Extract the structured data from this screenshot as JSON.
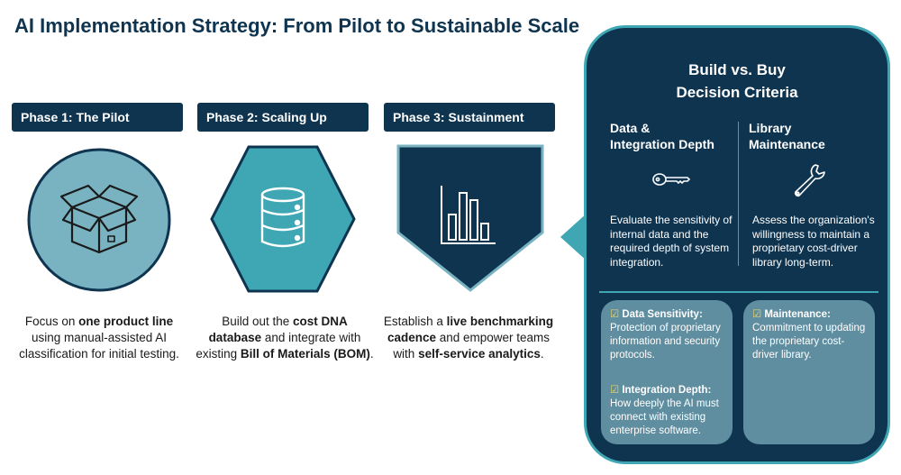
{
  "title": "AI Implementation Strategy: From Pilot to Sustainable Scale",
  "phases": [
    {
      "tab": "Phase 1: The Pilot",
      "icon": "box-icon",
      "t1": "Focus on ",
      "b1": "one product line",
      "t2": " using manual-assisted AI classification for initial testing.",
      "b2": "",
      "t3": ""
    },
    {
      "tab": "Phase 2: Scaling Up",
      "icon": "database-icon",
      "t1": "Build out the ",
      "b1": "cost DNA database",
      "t2": " and integrate with existing ",
      "b2": "Bill of Materials (BOM)",
      "t3": "."
    },
    {
      "tab": "Phase 3: Sustainment",
      "icon": "bar-chart-icon",
      "t1": "Establish a ",
      "b1": "live benchmarking cadence",
      "t2": " and empower teams with ",
      "b2": "self-service analytics",
      "t3": "."
    }
  ],
  "panel": {
    "title_line1": "Build vs. Buy",
    "title_line2": "Decision Criteria",
    "left": {
      "heading_line1": "Data &",
      "heading_line2": "Integration Depth",
      "icon": "key-icon",
      "body": "Evaluate the sensitivity of internal data and the required depth of system integration."
    },
    "right": {
      "heading_line1": "Library",
      "heading_line2": "Maintenance",
      "icon": "wrench-icon",
      "body": "Assess the organization's willingness to maintain a proprietary cost-driver library long-term."
    },
    "cards": [
      {
        "items": [
          {
            "check": "☑",
            "label": "Data Sensitivity:",
            "text": "Protection of proprietary information and security protocols."
          },
          {
            "check": "☑",
            "label": "Integration Depth:",
            "text": "How deeply the AI must connect with existing enterprise software."
          }
        ]
      },
      {
        "items": [
          {
            "check": "☑",
            "label": "Maintenance:",
            "text": "Commitment to updating the proprietary cost-driver library."
          }
        ]
      }
    ]
  },
  "colors": {
    "navy": "#0e3450",
    "teal": "#3ea7b3",
    "light_teal": "#79b3c2",
    "card": "#5f8ea0",
    "check": "#e6d36a"
  }
}
